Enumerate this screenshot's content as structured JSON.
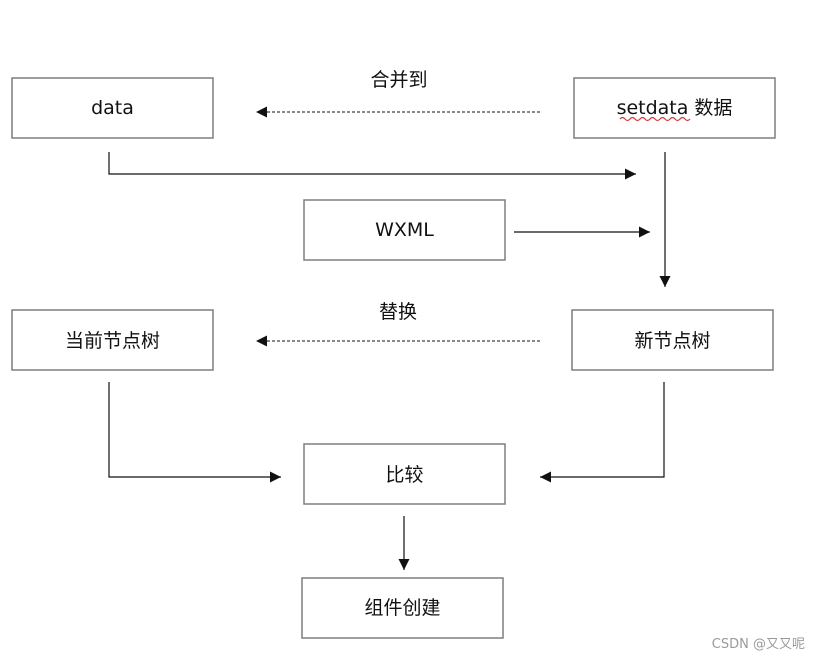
{
  "nodes": {
    "data": "data",
    "setdata": "setdata 数据",
    "wxml": "WXML",
    "current_tree": "当前节点树",
    "new_tree": "新节点树",
    "compare": "比较",
    "create": "组件创建"
  },
  "edge_labels": {
    "merge": "合并到",
    "replace": "替换"
  },
  "watermark": "CSDN @又又呢",
  "colors": {
    "box_stroke": "#7f7f7f",
    "line": "#111111",
    "squiggle": "#d23a3a"
  }
}
